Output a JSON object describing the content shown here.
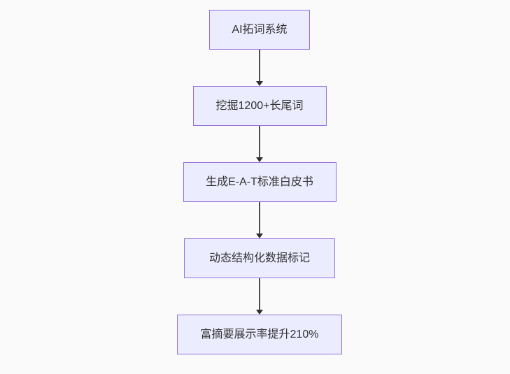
{
  "diagram": {
    "type": "flowchart",
    "direction": "top-down",
    "nodes": [
      {
        "id": "n1",
        "label": "AI拓词系统"
      },
      {
        "id": "n2",
        "label": "挖掘1200+长尾词"
      },
      {
        "id": "n3",
        "label": "生成E-A-T标准白皮书"
      },
      {
        "id": "n4",
        "label": "动态结构化数据标记"
      },
      {
        "id": "n5",
        "label": "富摘要展示率提升210%"
      }
    ],
    "edges": [
      {
        "from": "n1",
        "to": "n2",
        "arrow": "down"
      },
      {
        "from": "n2",
        "to": "n3",
        "arrow": "down"
      },
      {
        "from": "n3",
        "to": "n4",
        "arrow": "down"
      },
      {
        "from": "n4",
        "to": "n5",
        "arrow": "down"
      }
    ],
    "colors": {
      "background": "#fafafa",
      "node_fill": "#ECECFF",
      "node_border": "#9370DB",
      "arrow_line": "#4d4d4d",
      "arrow_head": "#2f2f2f",
      "text": "#333333"
    }
  }
}
